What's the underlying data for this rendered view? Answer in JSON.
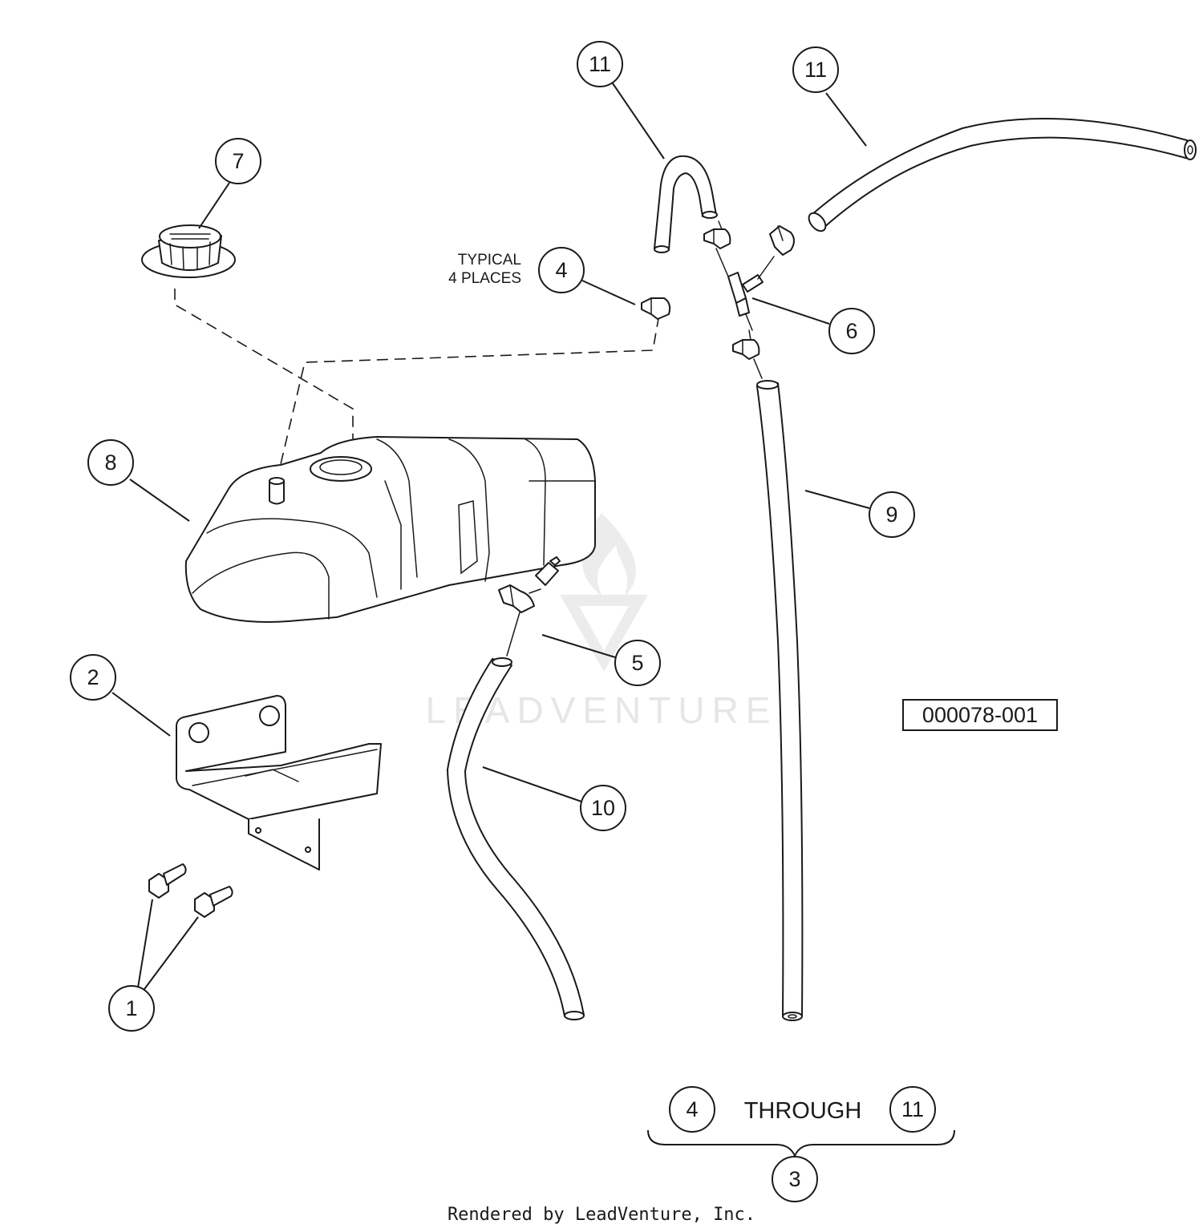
{
  "callouts": [
    {
      "label": "11"
    },
    {
      "label": "11"
    },
    {
      "label": "7"
    },
    {
      "label": "4"
    },
    {
      "label": "6"
    },
    {
      "label": "8"
    },
    {
      "label": "9"
    },
    {
      "label": "2"
    },
    {
      "label": "5"
    },
    {
      "label": "10"
    },
    {
      "label": "1"
    },
    {
      "label": "4"
    },
    {
      "label": "11"
    },
    {
      "label": "3"
    }
  ],
  "note": {
    "line1": "TYPICAL",
    "line2": "4 PLACES"
  },
  "through_text": "THROUGH",
  "diagram_id": "000078-001",
  "watermark": "LEADVENTURE",
  "footer": "Rendered by LeadVenture, Inc."
}
